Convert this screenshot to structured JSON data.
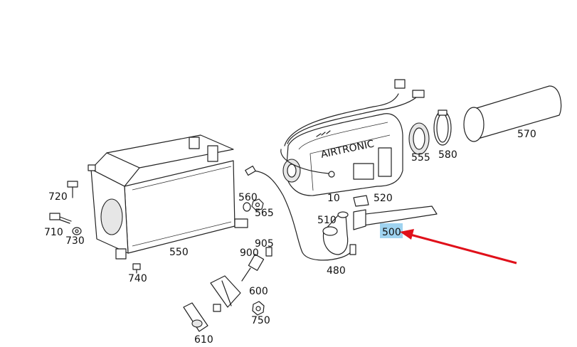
{
  "diagram": {
    "brand_text": "AIRTRONIC",
    "highlight_color": "#9fd3f0",
    "arrow_color": "#e0101a",
    "highlighted_part": "500",
    "part_labels": {
      "p10": "10",
      "p480": "480",
      "p500": "500",
      "p510": "510",
      "p520": "520",
      "p550": "550",
      "p555": "555",
      "p560": "560",
      "p565": "565",
      "p570": "570",
      "p580": "580",
      "p600": "600",
      "p610": "610",
      "p710": "710",
      "p720": "720",
      "p730": "730",
      "p740": "740",
      "p750": "750",
      "p900": "900",
      "p905": "905"
    }
  }
}
